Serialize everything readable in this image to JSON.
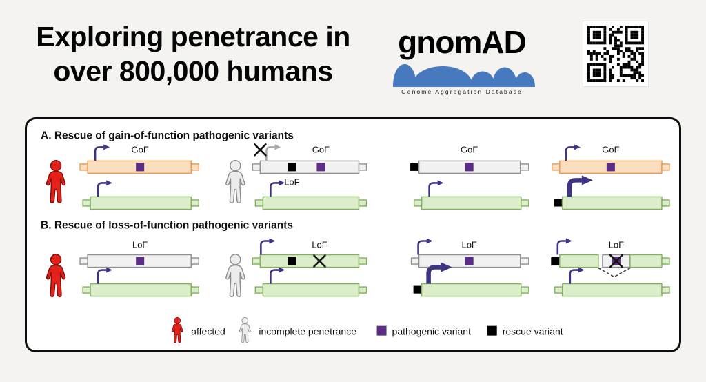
{
  "header": {
    "title_line1": "Exploring penetrance in",
    "title_line2": "over 800,000 humans",
    "logo": {
      "word": "gnom",
      "suffix": "AD",
      "subtitle": "Genome Aggregation Database"
    }
  },
  "panel": {
    "section_a": {
      "heading": "A. Rescue of gain-of-function pathogenic variants",
      "scenarios": [
        {
          "person": "affected",
          "gof_label": "GoF"
        },
        {
          "person": "incomplete penetrance",
          "gof_label": "GoF",
          "lof_label": "LoF"
        },
        {
          "gof_label": "GoF"
        },
        {
          "gof_label": "GoF"
        }
      ]
    },
    "section_b": {
      "heading": "B. Rescue of loss-of-function pathogenic variants",
      "scenarios": [
        {
          "person": "affected",
          "lof_label": "LoF"
        },
        {
          "person": "incomplete penetrance",
          "lof_label": "LoF"
        },
        {
          "lof_label": "LoF"
        },
        {
          "lof_label": "LoF"
        }
      ]
    }
  },
  "legend": {
    "items": [
      {
        "icon": "affected-person-icon",
        "label": "affected"
      },
      {
        "icon": "incomplete-penetrance-person-icon",
        "label": "incomplete penetrance"
      },
      {
        "icon": "pathogenic-variant-swatch",
        "label": "pathogenic variant"
      },
      {
        "icon": "rescue-variant-swatch",
        "label": "rescue variant"
      }
    ]
  },
  "colors": {
    "brand-blue": "#4679bd",
    "pathogenic-purple": "#5c2d87",
    "rescue-black": "#000000",
    "affected-red": "#e32119",
    "unaffected-gray": "#ececec",
    "promoter-indigo": "#3d3486",
    "gof-allele-fill": "#fbdec0",
    "gof-allele-stroke": "#e89b54",
    "neutral-allele-fill": "#f1f1f1",
    "neutral-allele-stroke": "#909090",
    "normal-allele-fill": "#dcedcc",
    "normal-allele-stroke": "#82b25a"
  }
}
